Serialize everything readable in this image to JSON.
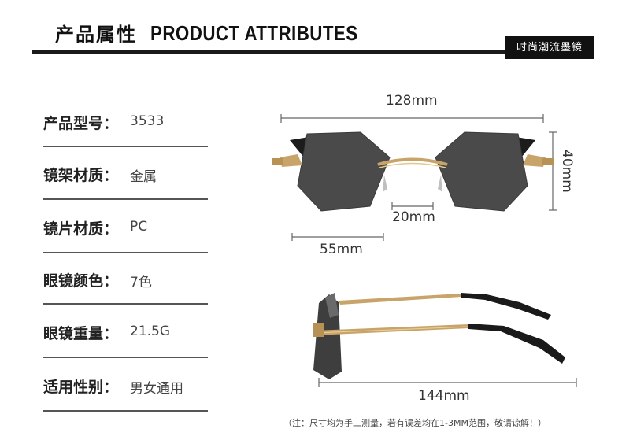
{
  "header": {
    "title_cn": "产品属性",
    "title_en": "PRODUCT ATTRIBUTES",
    "tag": "时尚潮流墨镜"
  },
  "attributes": [
    {
      "label": "产品型号：",
      "value": "3533"
    },
    {
      "label": "镜架材质：",
      "value": "金属"
    },
    {
      "label": "镜片材质：",
      "value": "PC"
    },
    {
      "label": "眼镜颜色：",
      "value": "7色"
    },
    {
      "label": "眼镜重量：",
      "value": "21.5G"
    },
    {
      "label": "适用性别：",
      "value": "男女通用"
    }
  ],
  "dimensions": {
    "total_width": "128mm",
    "height": "40mm",
    "bridge": "20mm",
    "lens_width": "55mm",
    "temple_length": "144mm"
  },
  "note": "（注：尺寸均为手工测量，若有误差均在1-3MM范围，敬请谅解！）",
  "colors": {
    "lens": "#4a4a4a",
    "frame_gold": "#c9a46a",
    "temple_tip": "#1a1a1a",
    "header_bar": "#1a1a1a"
  }
}
